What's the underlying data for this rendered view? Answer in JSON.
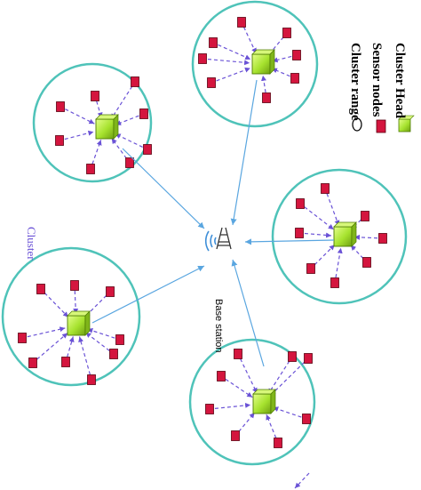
{
  "labels": {
    "cluster_range": "Cluster range",
    "sensor_nodes": "Sensor nodes",
    "cluster_head": "Cluster Head",
    "base_station": "Base station",
    "cluster": "Cluster"
  },
  "colors": {
    "cluster_border": "#4fc3b9",
    "sensor_node": "#d4153e",
    "cluster_head": "#a6e22e",
    "intra_arrow": "#6a52d6",
    "link_arrow": "#5aa6e0"
  },
  "icons": {
    "base_station": "antenna-tower-icon"
  }
}
